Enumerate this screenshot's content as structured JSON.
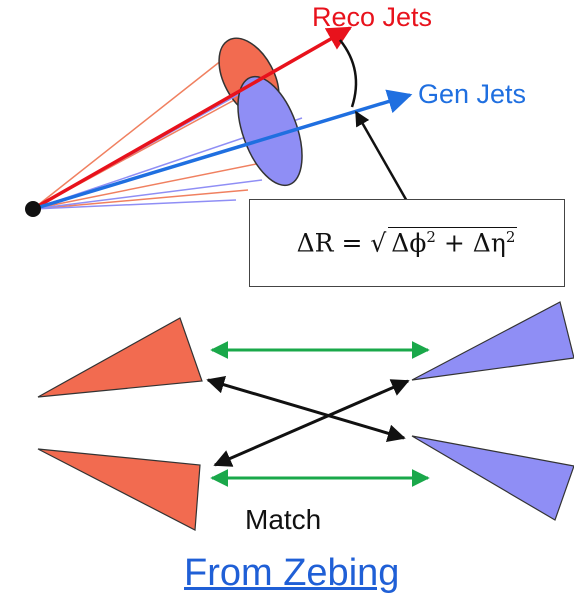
{
  "labels": {
    "reco_jets": "Reco Jets",
    "gen_jets": "Gen Jets",
    "match": "Match",
    "source": "From Zebing"
  },
  "formula": {
    "lhs": "ΔR = ",
    "radicand_1": "Δϕ",
    "exp_1": "2",
    "plus": " + ",
    "radicand_2": "Δη",
    "exp_2": "2"
  },
  "colors": {
    "reco": "#e8121c",
    "reco_fill": "#f26b50",
    "gen": "#1f6fe0",
    "gen_fill": "#8f8ef5",
    "match_arrow": "#1aa84a",
    "cross_arrow": "#111111",
    "link": "#1f5fd6"
  }
}
